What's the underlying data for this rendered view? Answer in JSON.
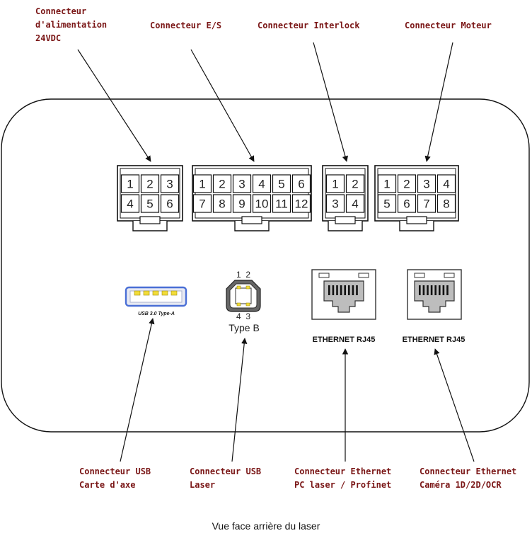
{
  "callouts": {
    "power": "Connecteur\nd'alimentation\n24VDC",
    "io": "Connecteur E/S",
    "interlock": "Connecteur Interlock",
    "motor": "Connecteur Moteur",
    "usb_axis": "Connecteur USB\nCarte d'axe",
    "usb_laser": "Connecteur USB\nLaser",
    "eth_pc": "Connecteur Ethernet\nPC laser / Profinet",
    "eth_cam": "Connecteur Ethernet\nCaméra 1D/2D/OCR"
  },
  "connectors": {
    "power_pins": [
      "1",
      "2",
      "3",
      "4",
      "5",
      "6"
    ],
    "io_pins": [
      "1",
      "2",
      "3",
      "4",
      "5",
      "6",
      "7",
      "8",
      "9",
      "10",
      "11",
      "12"
    ],
    "interlock_pins": [
      "1",
      "2",
      "3",
      "4"
    ],
    "motor_pins": [
      "1",
      "2",
      "3",
      "4",
      "5",
      "6",
      "7",
      "8"
    ]
  },
  "ports": {
    "usb3_label": "USB 3.0 Type-A",
    "usbb_pin_top": "1  2",
    "usbb_pin_bottom": "4  3",
    "usbb_label": "Type B",
    "rj45_left_label": "ETHERNET RJ45",
    "rj45_right_label": "ETHERNET RJ45"
  },
  "caption": "Vue face arrière du laser",
  "colors": {
    "callout": "#7a1616",
    "usb_blue": "#4a6fd6",
    "usb_gold": "#f2dc3a"
  }
}
